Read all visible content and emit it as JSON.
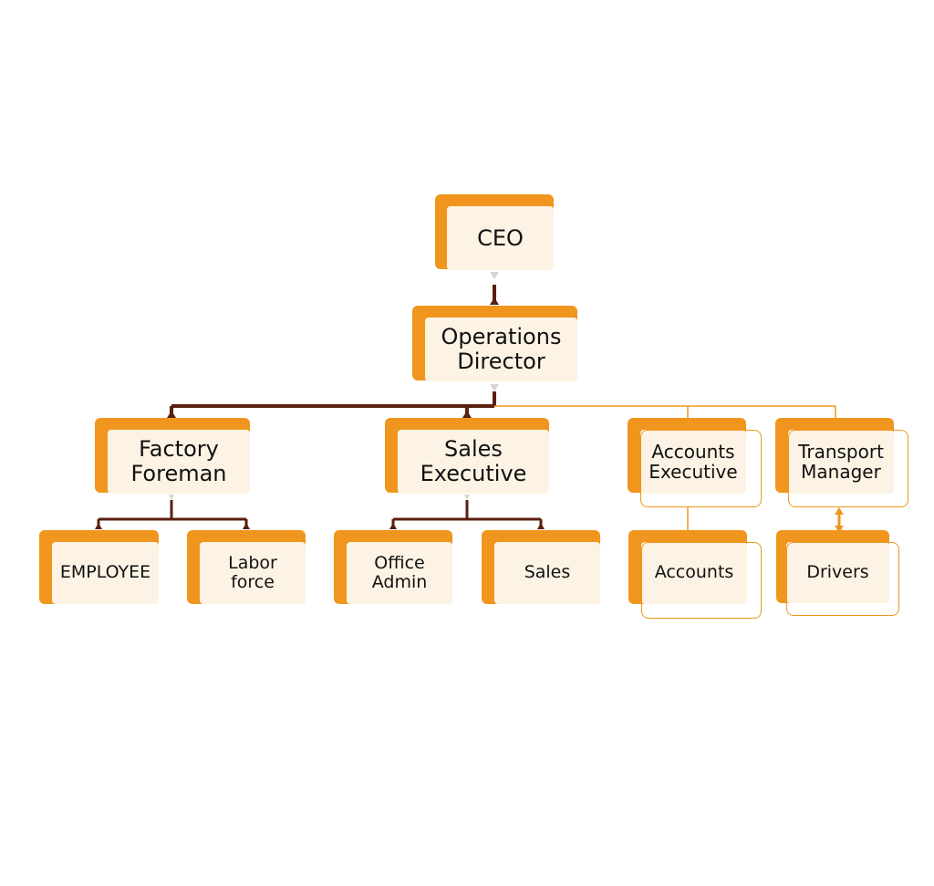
{
  "colors": {
    "accent": "#f0961e",
    "card_fill": "#fdf3e4",
    "connector_dark": "#5a1f0e",
    "connector_light": "#f0961e",
    "connector_tip": "#d9d4cf"
  },
  "nodes": {
    "ceo": "CEO",
    "operations_director": "Operations\nDirector",
    "factory_foreman": "Factory\nForeman",
    "sales_executive": "Sales\nExecutive",
    "accounts_executive": "Accounts\nExecutive",
    "transport_manager": "Transport\nManager",
    "employee": "EMPLOYEE",
    "labor_force": "Labor\nforce",
    "office_admin": "Office\nAdmin",
    "sales": "Sales",
    "accounts": "Accounts",
    "drivers": "Drivers"
  }
}
